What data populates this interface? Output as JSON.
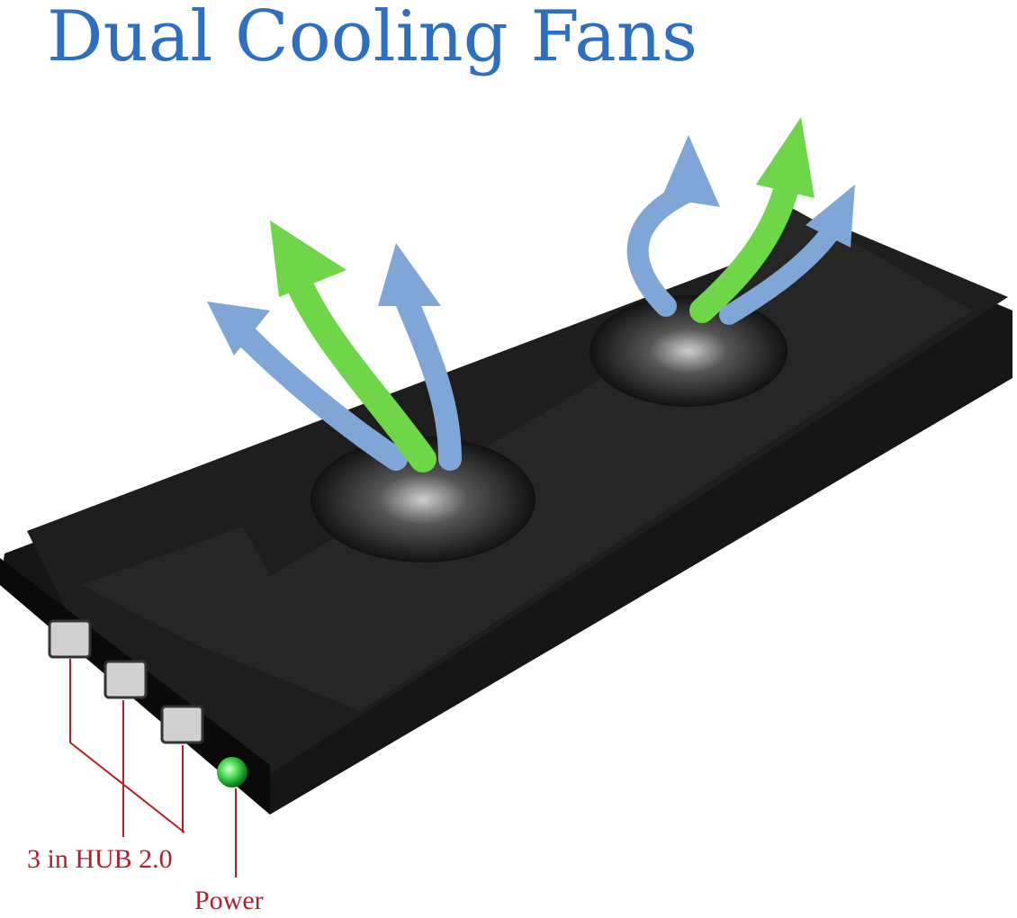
{
  "title": "Dual Cooling Fans",
  "labels": {
    "hub": "3 in HUB 2.0",
    "power": "Power"
  },
  "colors": {
    "title": "#2f6fbf",
    "label": "#b0202a",
    "device": "#121212",
    "arrow_blue": "#7fa6d6",
    "arrow_green": "#6fd64a",
    "power_led": "#3fd94a"
  }
}
